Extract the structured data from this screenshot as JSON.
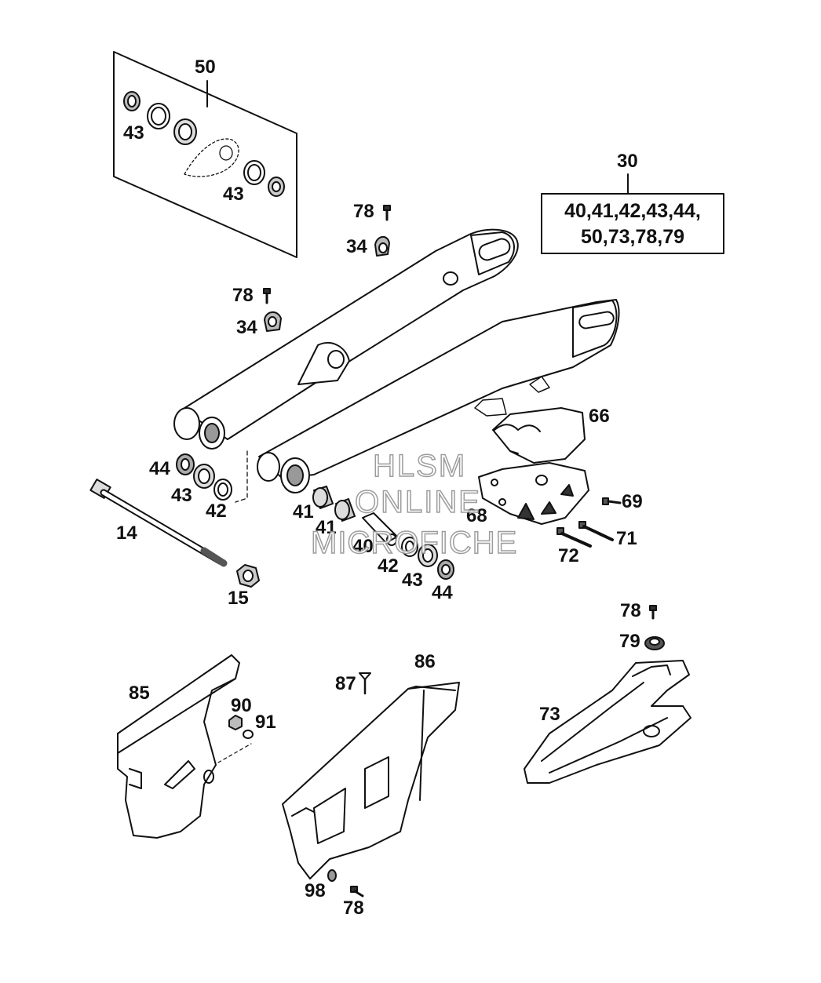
{
  "kit_box": {
    "number": "30",
    "line1": "40,41,42,43,44,",
    "line2": "50,73,78,79"
  },
  "labels": {
    "p50": "50",
    "p43a": "43",
    "p43b": "43",
    "p78a": "78",
    "p34a": "34",
    "p78b": "78",
    "p34b": "34",
    "p66": "66",
    "p44a": "44",
    "p43c": "43",
    "p42a": "42",
    "p14": "14",
    "p15": "15",
    "p41a": "41",
    "p41b": "41",
    "p40": "40",
    "p42b": "42",
    "p43d": "43",
    "p44b": "44",
    "p68": "68",
    "p69": "69",
    "p71": "71",
    "p72": "72",
    "p78c": "78",
    "p79": "79",
    "p73": "73",
    "p85": "85",
    "p90": "90",
    "p91": "91",
    "p87": "87",
    "p86": "86",
    "p98": "98",
    "p78d": "78"
  },
  "watermark": {
    "line1": "HLSM",
    "line2": "ONLINE",
    "line3": "MICROFICHE"
  }
}
